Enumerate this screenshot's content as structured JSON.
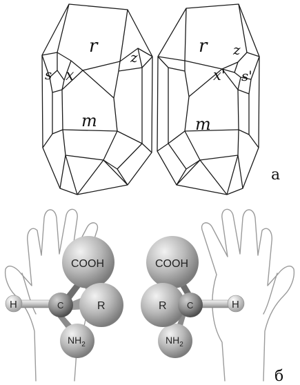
{
  "panel_labels": {
    "top": "а",
    "bottom": "б"
  },
  "crystal_left": {
    "faces": {
      "r": "r",
      "z": "z",
      "s": "s",
      "x": "x",
      "m": "m"
    }
  },
  "crystal_right": {
    "faces": {
      "r": "r",
      "z": "z",
      "x": "x'",
      "s": "s'",
      "m": "m"
    }
  },
  "molecule_left": {
    "cooh": "COOH",
    "r": "R",
    "c": "C",
    "h": "H",
    "nh": "NH",
    "sub": "2"
  },
  "molecule_right": {
    "cooh": "COOH",
    "r": "R",
    "c": "C",
    "h": "H",
    "nh": "NH",
    "sub": "2"
  },
  "colors": {
    "line": "#1a1a1a",
    "sphere": "#b3b3b3",
    "sphere_dark": "#7a7a7a",
    "carbon": "#8a8a8a",
    "hand": "#9a9a9a"
  }
}
